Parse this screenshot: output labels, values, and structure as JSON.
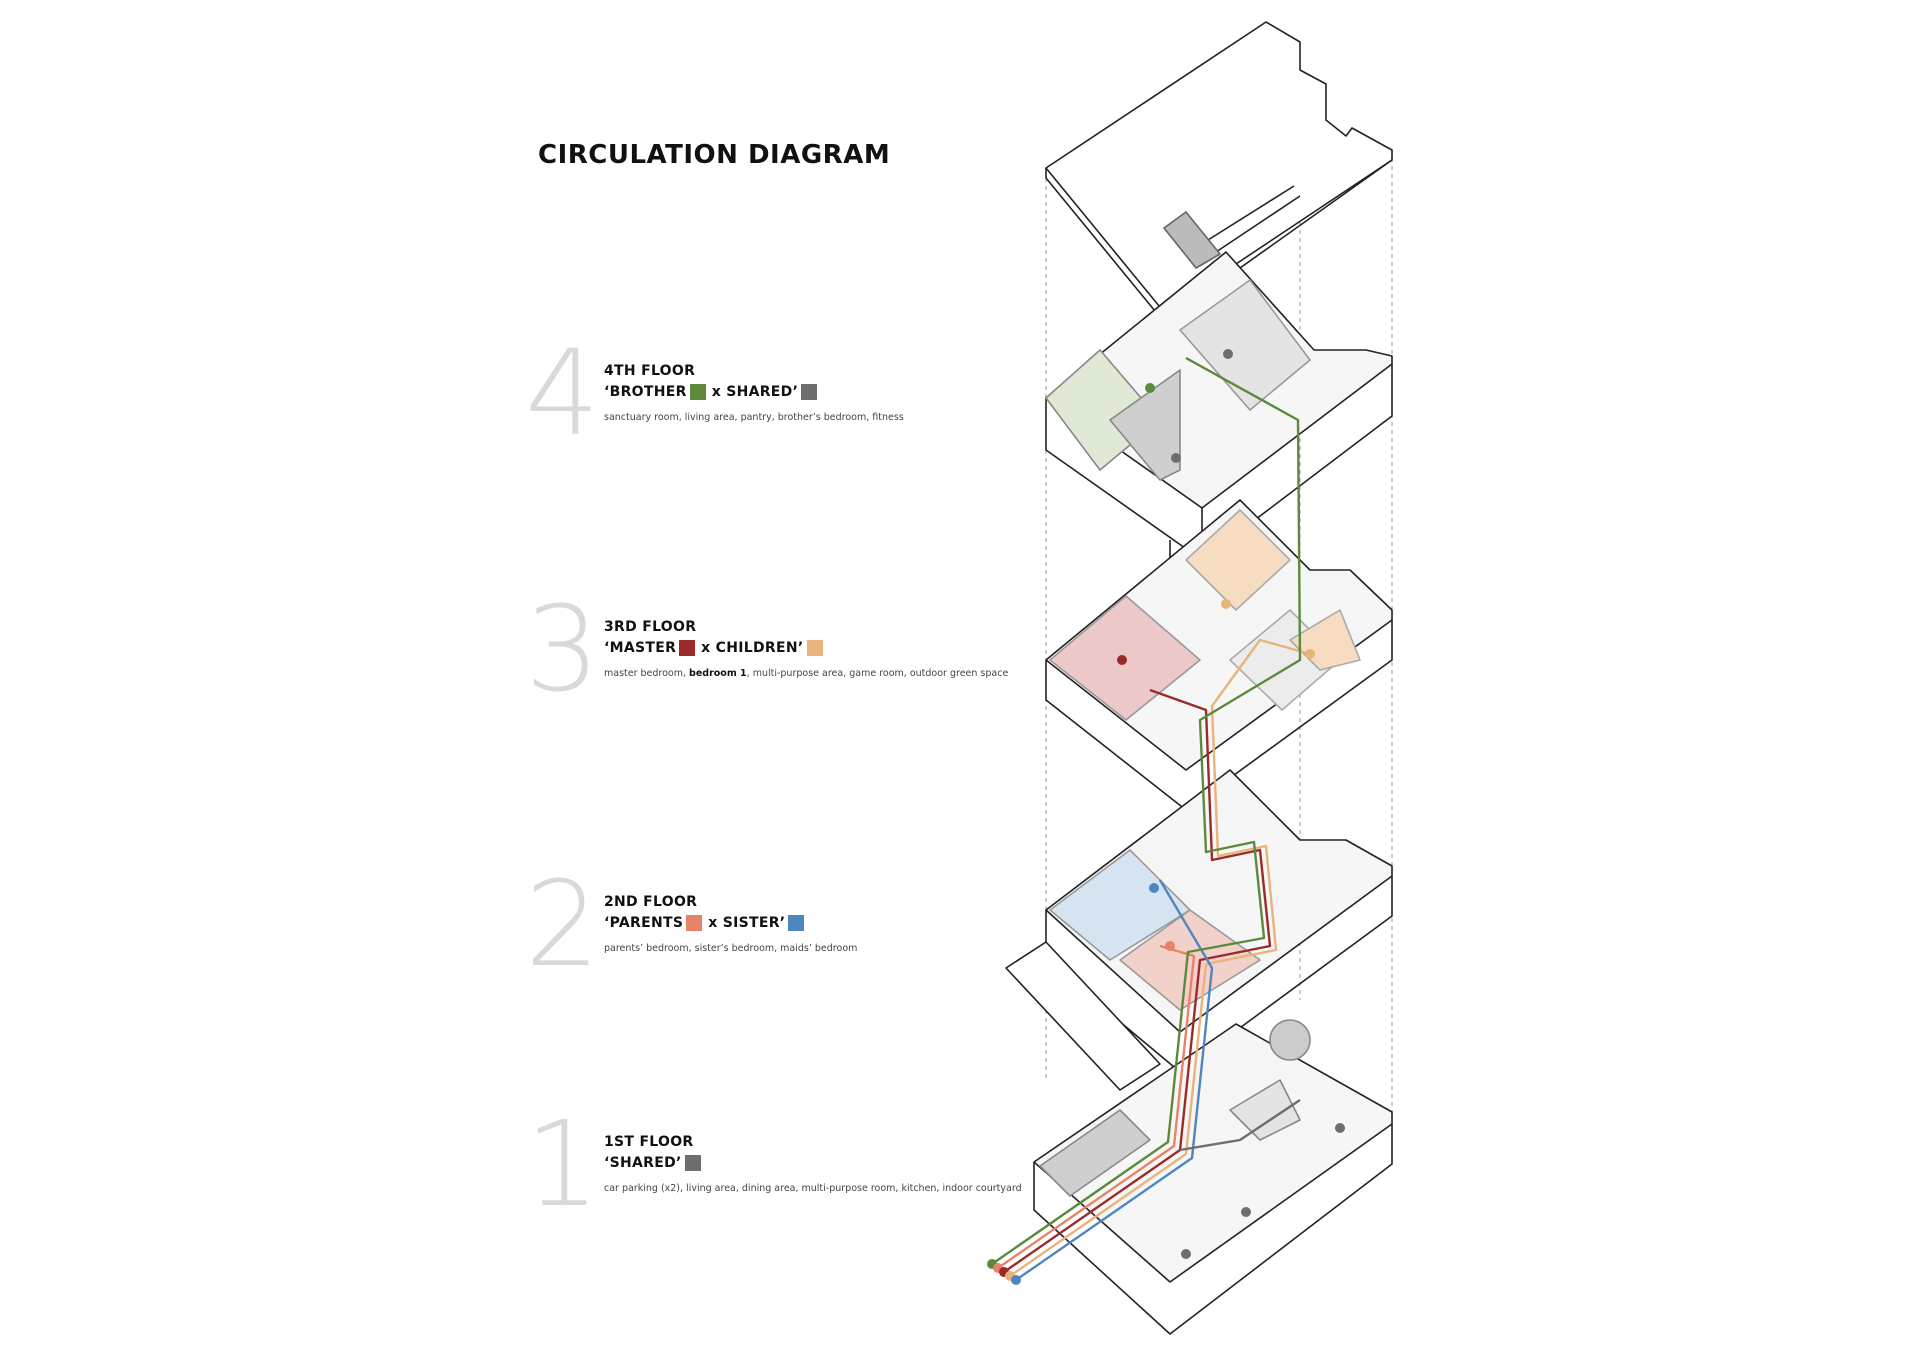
{
  "title": "CIRCULATION DIAGRAM",
  "colors": {
    "brother": "#5b8a3c",
    "shared": "#6e6e6e",
    "master": "#9b2b2b",
    "children": "#e8b47c",
    "parents": "#e88268",
    "sister": "#4f86c0",
    "line": "#222222",
    "faint_number": "#d9d9d9"
  },
  "floors": [
    {
      "number": "4",
      "heading": "4TH FLOOR",
      "label_a": "‘BROTHER",
      "color_a": "#5b8a3c",
      "connector": "x SHARED’",
      "color_b": "#6e6e6e",
      "desc_pre": "sanctuary room, living area, pantry, brother’s bedroom, fitness",
      "desc_bold": "",
      "desc_post": ""
    },
    {
      "number": "3",
      "heading": "3RD FLOOR",
      "label_a": "‘MASTER",
      "color_a": "#9b2b2b",
      "connector": "x CHILDREN’",
      "color_b": "#e8b47c",
      "desc_pre": "master bedroom, ",
      "desc_bold": "bedroom 1",
      "desc_post": ", multi-purpose area, game room, outdoor green space"
    },
    {
      "number": "2",
      "heading": "2ND FLOOR",
      "label_a": "‘PARENTS",
      "color_a": "#e88268",
      "connector": "x SISTER’",
      "color_b": "#4f86c0",
      "desc_pre": "parents’ bedroom, sister’s bedroom, maids’ bedroom",
      "desc_bold": "",
      "desc_post": ""
    },
    {
      "number": "1",
      "heading": "1ST FLOOR",
      "label_a": "‘SHARED’",
      "color_a": "#6e6e6e",
      "connector": "",
      "color_b": "",
      "desc_pre": "car parking (x2), living area, dining area, multi-purpose room, kitchen, indoor courtyard",
      "desc_bold": "",
      "desc_post": ""
    }
  ]
}
